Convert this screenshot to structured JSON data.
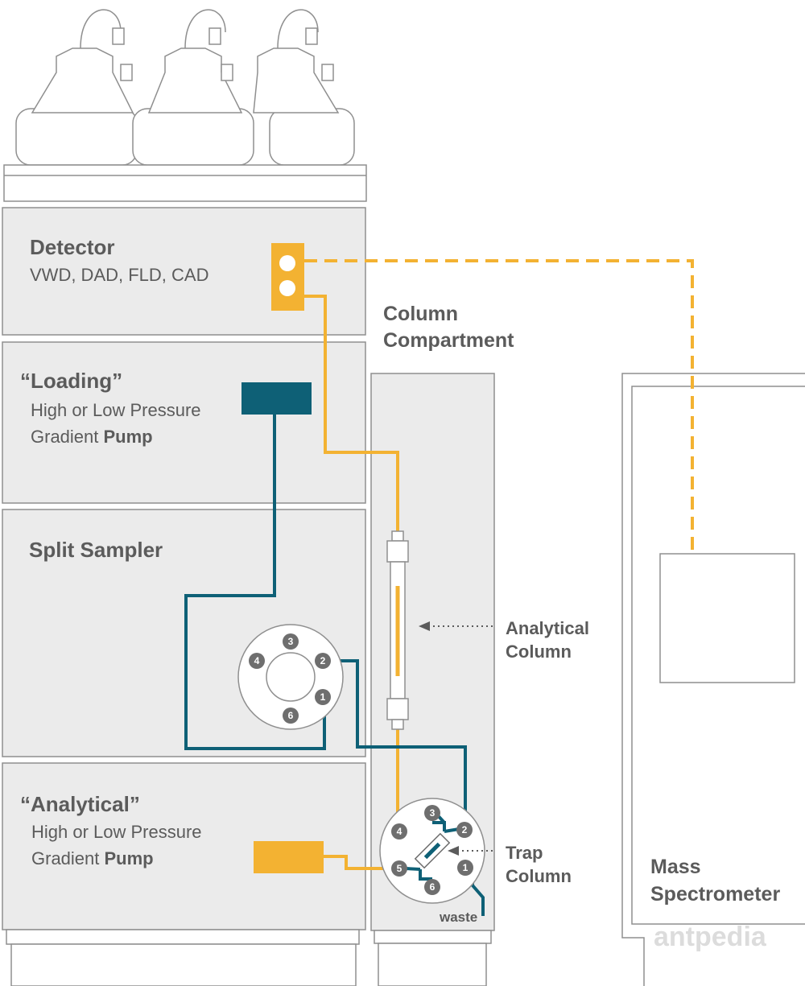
{
  "modules": {
    "detector": {
      "title": "Detector",
      "subtitle": "VWD, DAD, FLD, CAD"
    },
    "loading_pump": {
      "title": "“Loading”",
      "line1": "High or Low Pressure",
      "line2_prefix": "Gradient ",
      "line2_bold": "Pump"
    },
    "split_sampler": {
      "title": "Split Sampler"
    },
    "analytical_pump": {
      "title": "“Analytical”",
      "line1": "High or Low Pressure",
      "line2_prefix": "Gradient ",
      "line2_bold": "Pump"
    },
    "column_compartment": {
      "line1": "Column",
      "line2": "Compartment"
    },
    "mass_spectrometer": {
      "line1": "Mass",
      "line2": "Spectrometer"
    }
  },
  "annotations": {
    "analytical_column": {
      "line1": "Analytical",
      "line2": "Column"
    },
    "trap_column": {
      "line1": "Trap",
      "line2": "Column"
    },
    "waste": "waste"
  },
  "sampler_valve_ports": [
    "3",
    "4",
    "2",
    "1",
    "6"
  ],
  "trap_valve_ports": [
    "3",
    "4",
    "2",
    "5",
    "1",
    "6"
  ],
  "watermark": "antpedia",
  "colors": {
    "orange": "#f3b232",
    "teal": "#0e6076",
    "module_fill": "#ebebeb",
    "outline": "#8f8f8f",
    "port": "#6e6e6e",
    "text": "#5b5b5b"
  }
}
